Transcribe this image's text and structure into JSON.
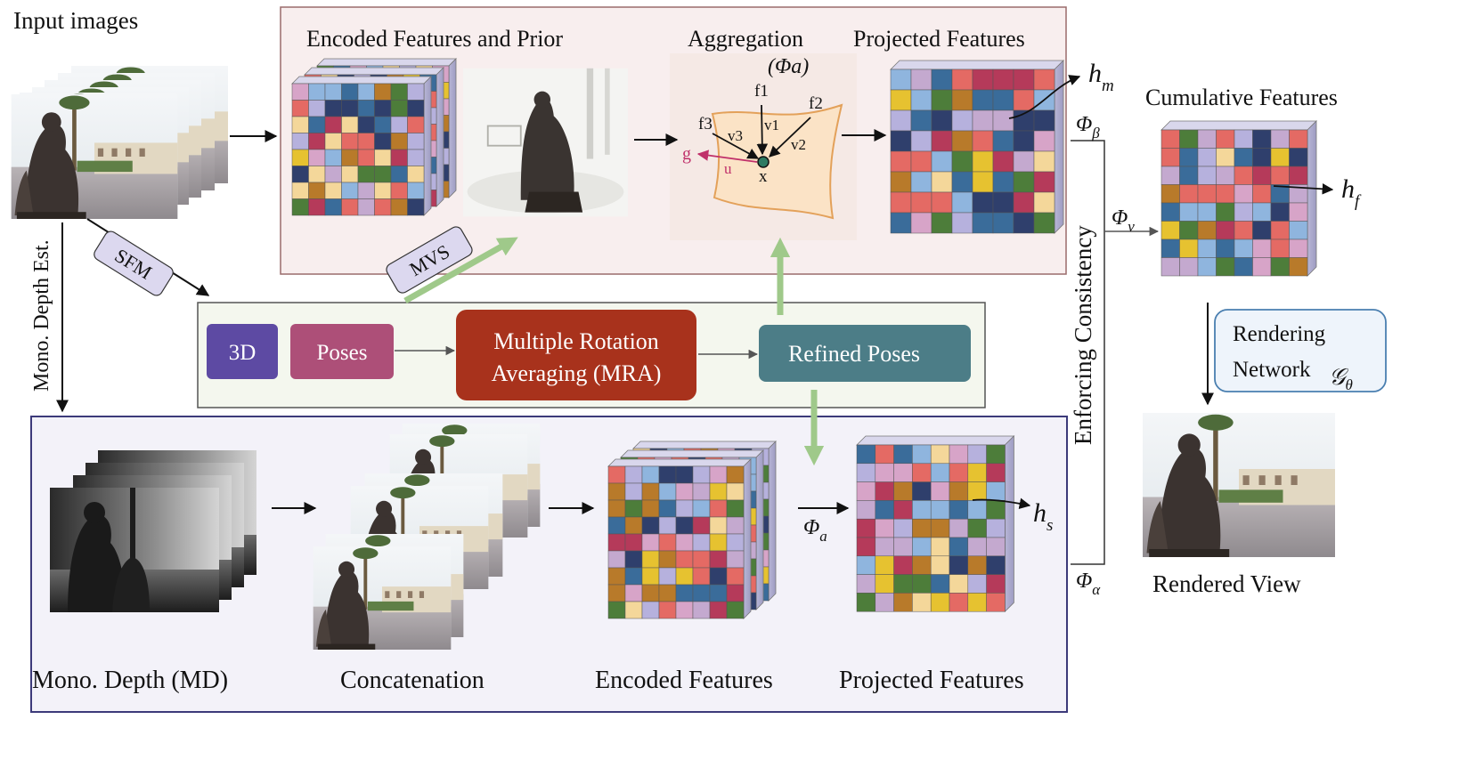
{
  "labels": {
    "input_images": "Input images",
    "encoded_features_prior": "Encoded Features and Prior",
    "aggregation": "Aggregation",
    "aggregation_phi": "(Φa)",
    "projected_top": "Projected Features",
    "cumulative": "Cumulative Features",
    "h_m": "hm",
    "h_f": "hf",
    "h_s": "hs",
    "phi_beta": "Φβ",
    "phi_nu": "Φν",
    "phi_alpha": "Φα",
    "phi_a_bottom": "Φa",
    "enforcing": "Enforcing Consistency",
    "rendering_network": [
      "Rendering",
      "Network"
    ],
    "rendering_symbol": "𝒢θ",
    "rendered_view": "Rendered View",
    "mono_depth_est": "Mono. Depth Est.",
    "sfm": "SFM",
    "mvs": "MVS",
    "box_3d": "3D",
    "box_poses": "Poses",
    "box_mra": [
      "Multiple Rotation",
      "Averaging (MRA)"
    ],
    "box_refined": "Refined Poses",
    "bottom_mono_depth": "Mono. Depth (MD)",
    "bottom_concat": "Concatenation",
    "bottom_encoded": "Encoded Features",
    "bottom_projected": "Projected Features"
  },
  "aggregation_vectors": {
    "f1": "f1",
    "f2": "f2",
    "f3": "f3",
    "v1": "v1",
    "v2": "v2",
    "v3": "v3",
    "g": "g",
    "u": "u",
    "x": "x"
  },
  "colors": {
    "top_panel_bg": "#f8eeee",
    "top_panel_border": "#9a6b6b",
    "bottom_panel_bg": "#f3f2f9",
    "bottom_panel_border": "#3c3a7a",
    "mid_panel_bg": "#f4f7ee",
    "box_3d": "#5d4aa3",
    "box_poses": "#ad4f78",
    "box_mra": "#a8321c",
    "box_refined": "#4c7d87",
    "green_arrow": "#9fc98a",
    "render_box_border": "#4a7fb0",
    "render_box_bg": "#eef4fb",
    "grid_palette": [
      "#b87a2a",
      "#8fb5de",
      "#f4d79a",
      "#d7a4c8",
      "#2f3f6c",
      "#e6c230",
      "#b53a5a",
      "#4d7d3a",
      "#e46a64",
      "#b6b1dd",
      "#3a6c9a",
      "#c4a9cf"
    ]
  }
}
